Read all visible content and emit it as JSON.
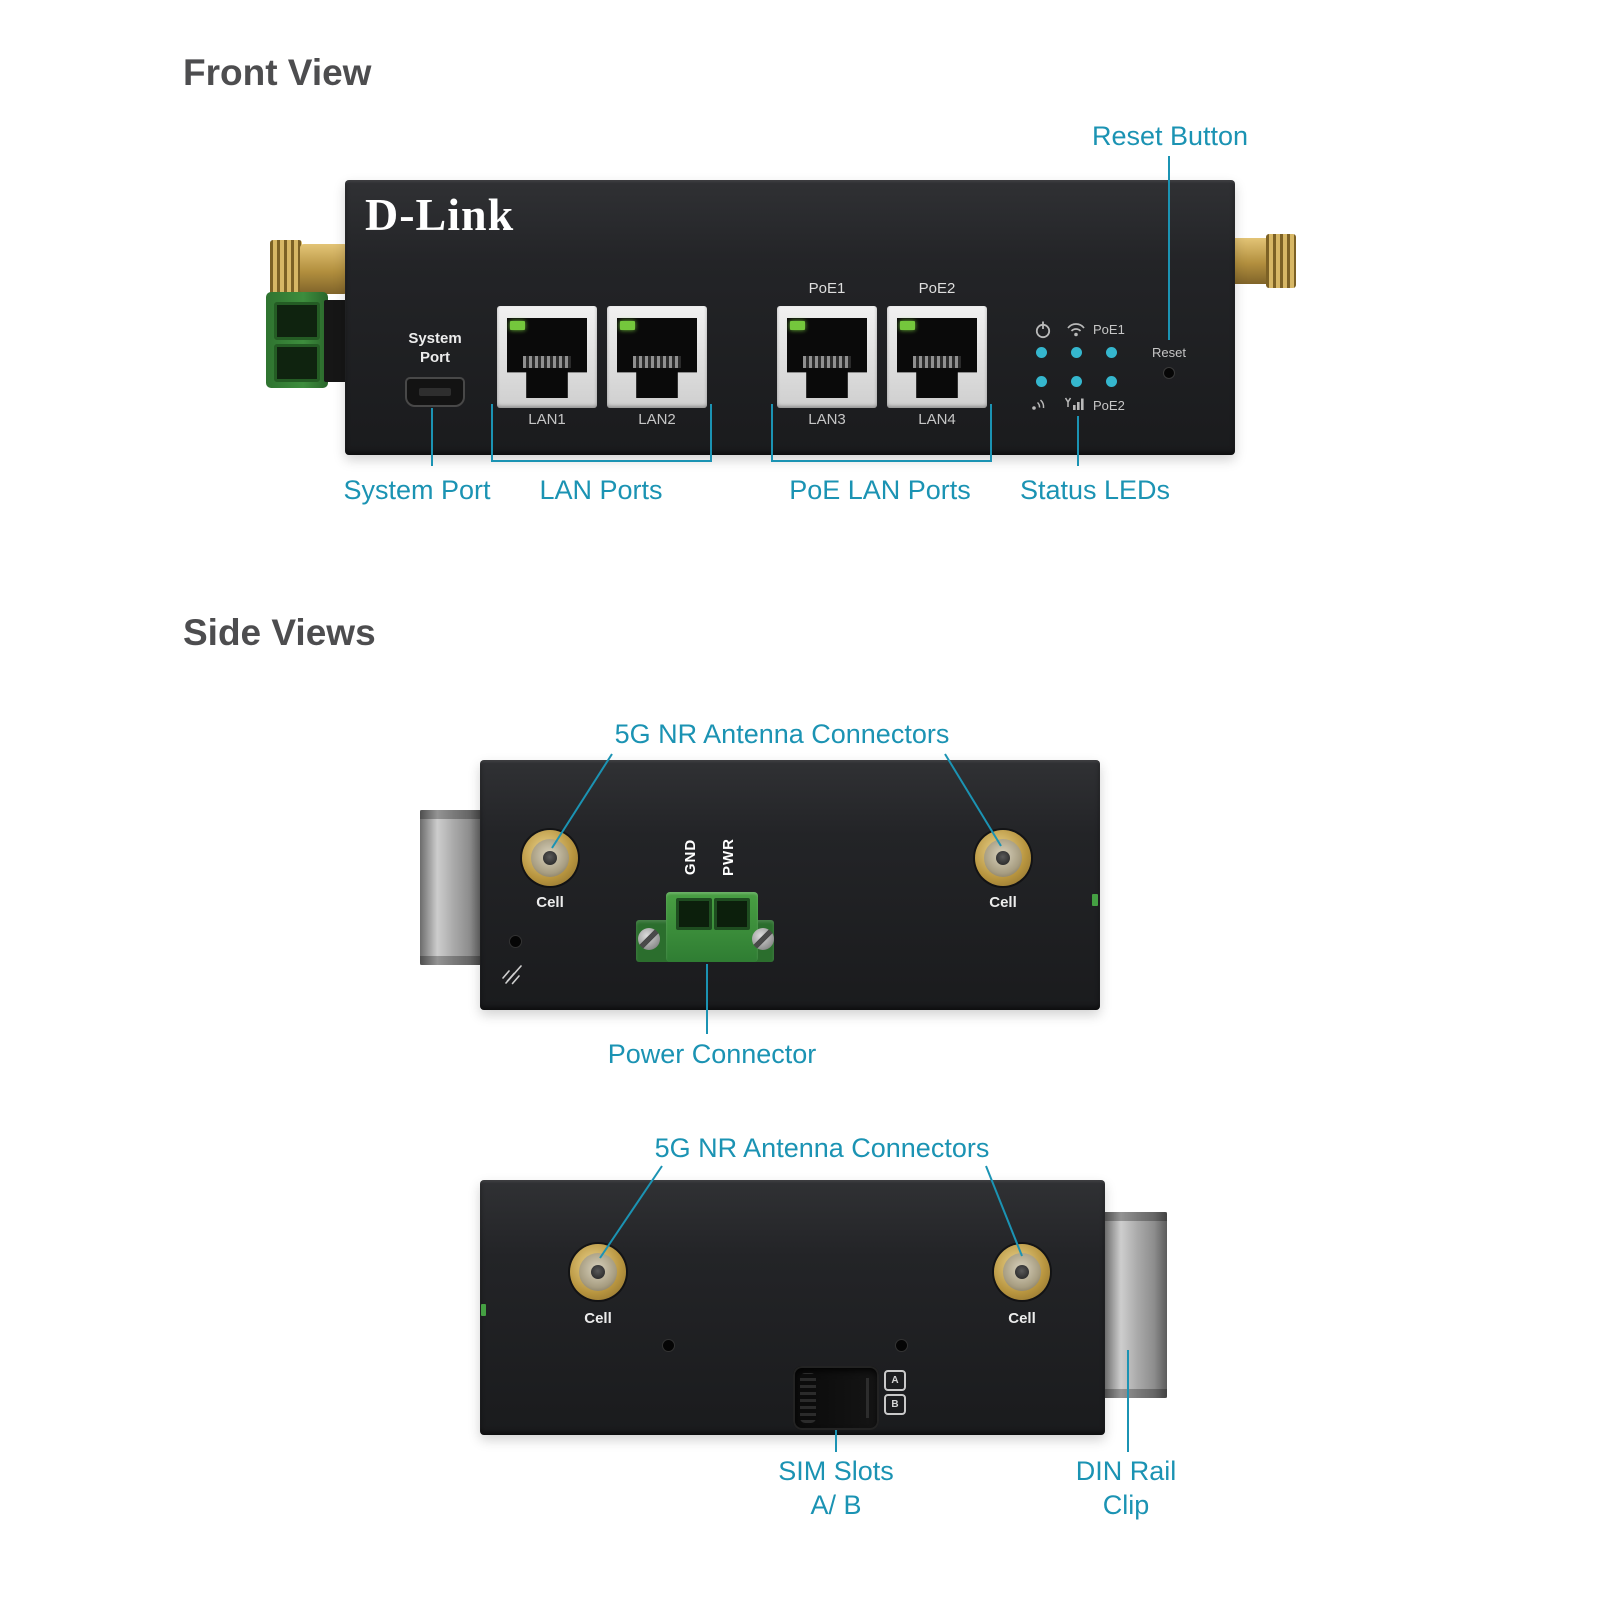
{
  "colors": {
    "accent": "#1b93b3",
    "heading": "#4d4d4f",
    "device_black": "#1c1d1f",
    "gold": "#bb9840",
    "terminal_green": "#3a8a38",
    "led_teal": "#35b7ce",
    "led_green": "#74c73c"
  },
  "front": {
    "heading": "Front View",
    "callouts": {
      "reset": "Reset Button",
      "system_port": "System Port",
      "lan": "LAN Ports",
      "poe_lan": "PoE LAN Ports",
      "status": "Status LEDs"
    },
    "device": {
      "brand": "D-Link",
      "system_port_line1": "System",
      "system_port_line2": "Port",
      "ports": [
        "LAN1",
        "LAN2",
        "LAN3",
        "LAN4"
      ],
      "poe": [
        "PoE1",
        "PoE2"
      ],
      "status_leds": {
        "poe1": "PoE1",
        "poe2": "PoE2"
      },
      "reset": "Reset"
    }
  },
  "side": {
    "heading": "Side Views",
    "top": {
      "callout_antenna": "5G NR Antenna Connectors",
      "callout_power": "Power Connector",
      "gnd": "GND",
      "pwr": "PWR",
      "cells": [
        "Cell",
        "Cell"
      ]
    },
    "bottom": {
      "callout_antenna": "5G NR Antenna Connectors",
      "callout_sim_line1": "SIM Slots",
      "callout_sim_line2": "A/ B",
      "callout_din_line1": "DIN Rail",
      "callout_din_line2": "Clip",
      "cells": [
        "Cell",
        "Cell"
      ],
      "sim_a": "A",
      "sim_b": "B"
    }
  }
}
